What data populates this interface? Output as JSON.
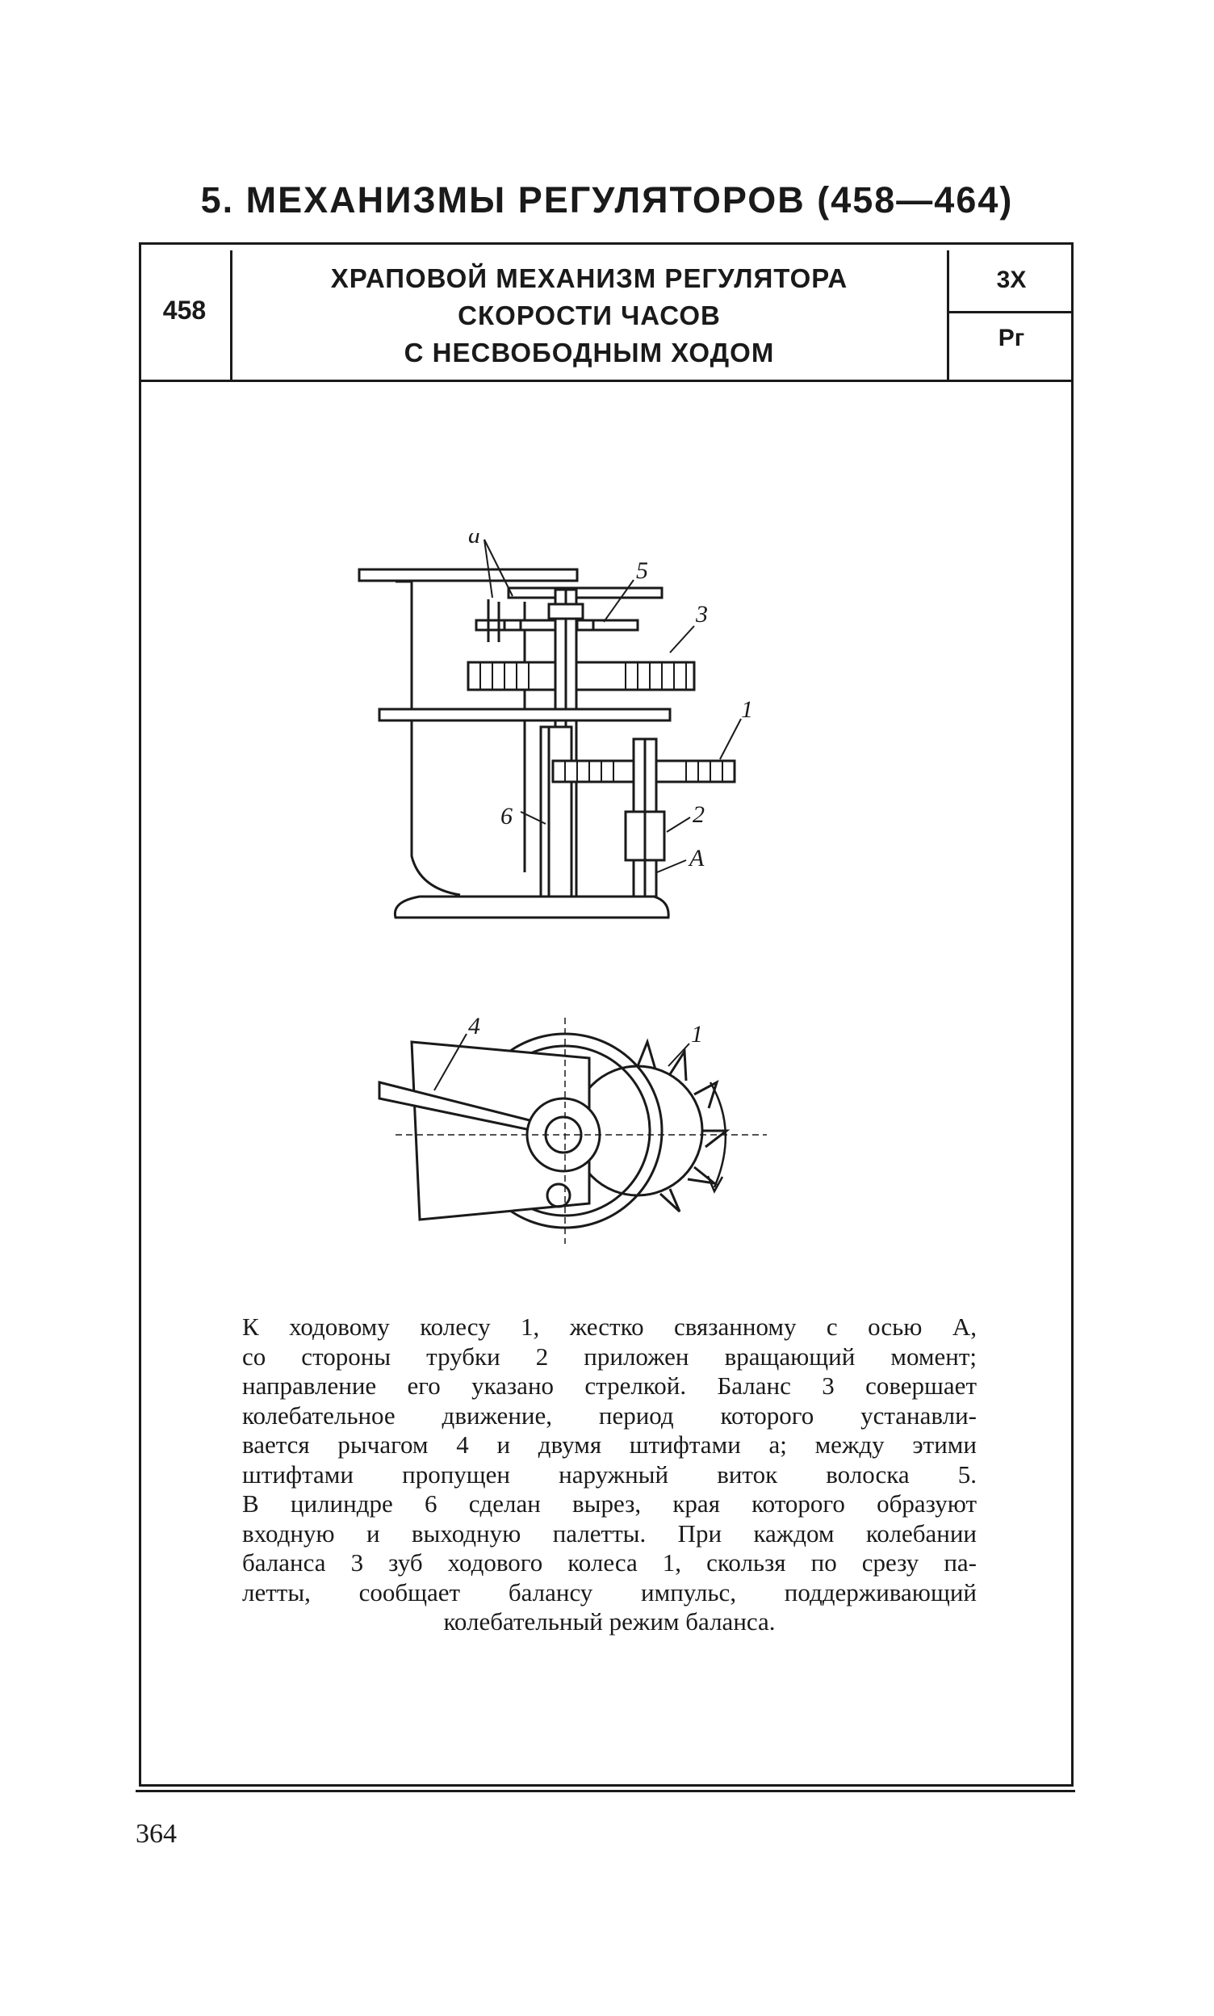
{
  "section": {
    "title": "5. МЕХАНИЗМЫ РЕГУЛЯТОРОВ (458—464)"
  },
  "entry": {
    "number": "458",
    "title_lines": [
      "ХРАПОВОЙ МЕХАНИЗМ РЕГУЛЯТОРА",
      "СКОРОСТИ ЧАСОВ",
      "С НЕСВОБОДНЫМ ХОДОМ"
    ],
    "code_top": "3Х",
    "code_bottom": "Рг"
  },
  "figure": {
    "top_labels": {
      "a": "a",
      "n5": "5",
      "n3": "3",
      "n1": "1",
      "n6": "6",
      "n2": "2",
      "A": "A"
    },
    "bottom_labels": {
      "n4": "4",
      "n1": "1"
    }
  },
  "description_lines": [
    "К ходовому колесу 1, жестко связанному с осью А,",
    "со стороны трубки 2 приложен вращающий момент;",
    "направление его указано стрелкой. Баланс 3 совершает",
    "колебательное движение, период которого устанавли-",
    "вается рычагом 4 и двумя штифтами а; между этими",
    "штифтами пропущен наружный виток волоска 5.",
    "В цилиндре 6 сделан вырез, края которого образуют",
    "входную и выходную палетты. При каждом колебании",
    "баланса 3 зуб ходового колеса 1, скользя по срезу па-",
    "летты, сообщает балансу импульс, поддерживающий",
    "колебательный режим баланса."
  ],
  "page_number": "364"
}
